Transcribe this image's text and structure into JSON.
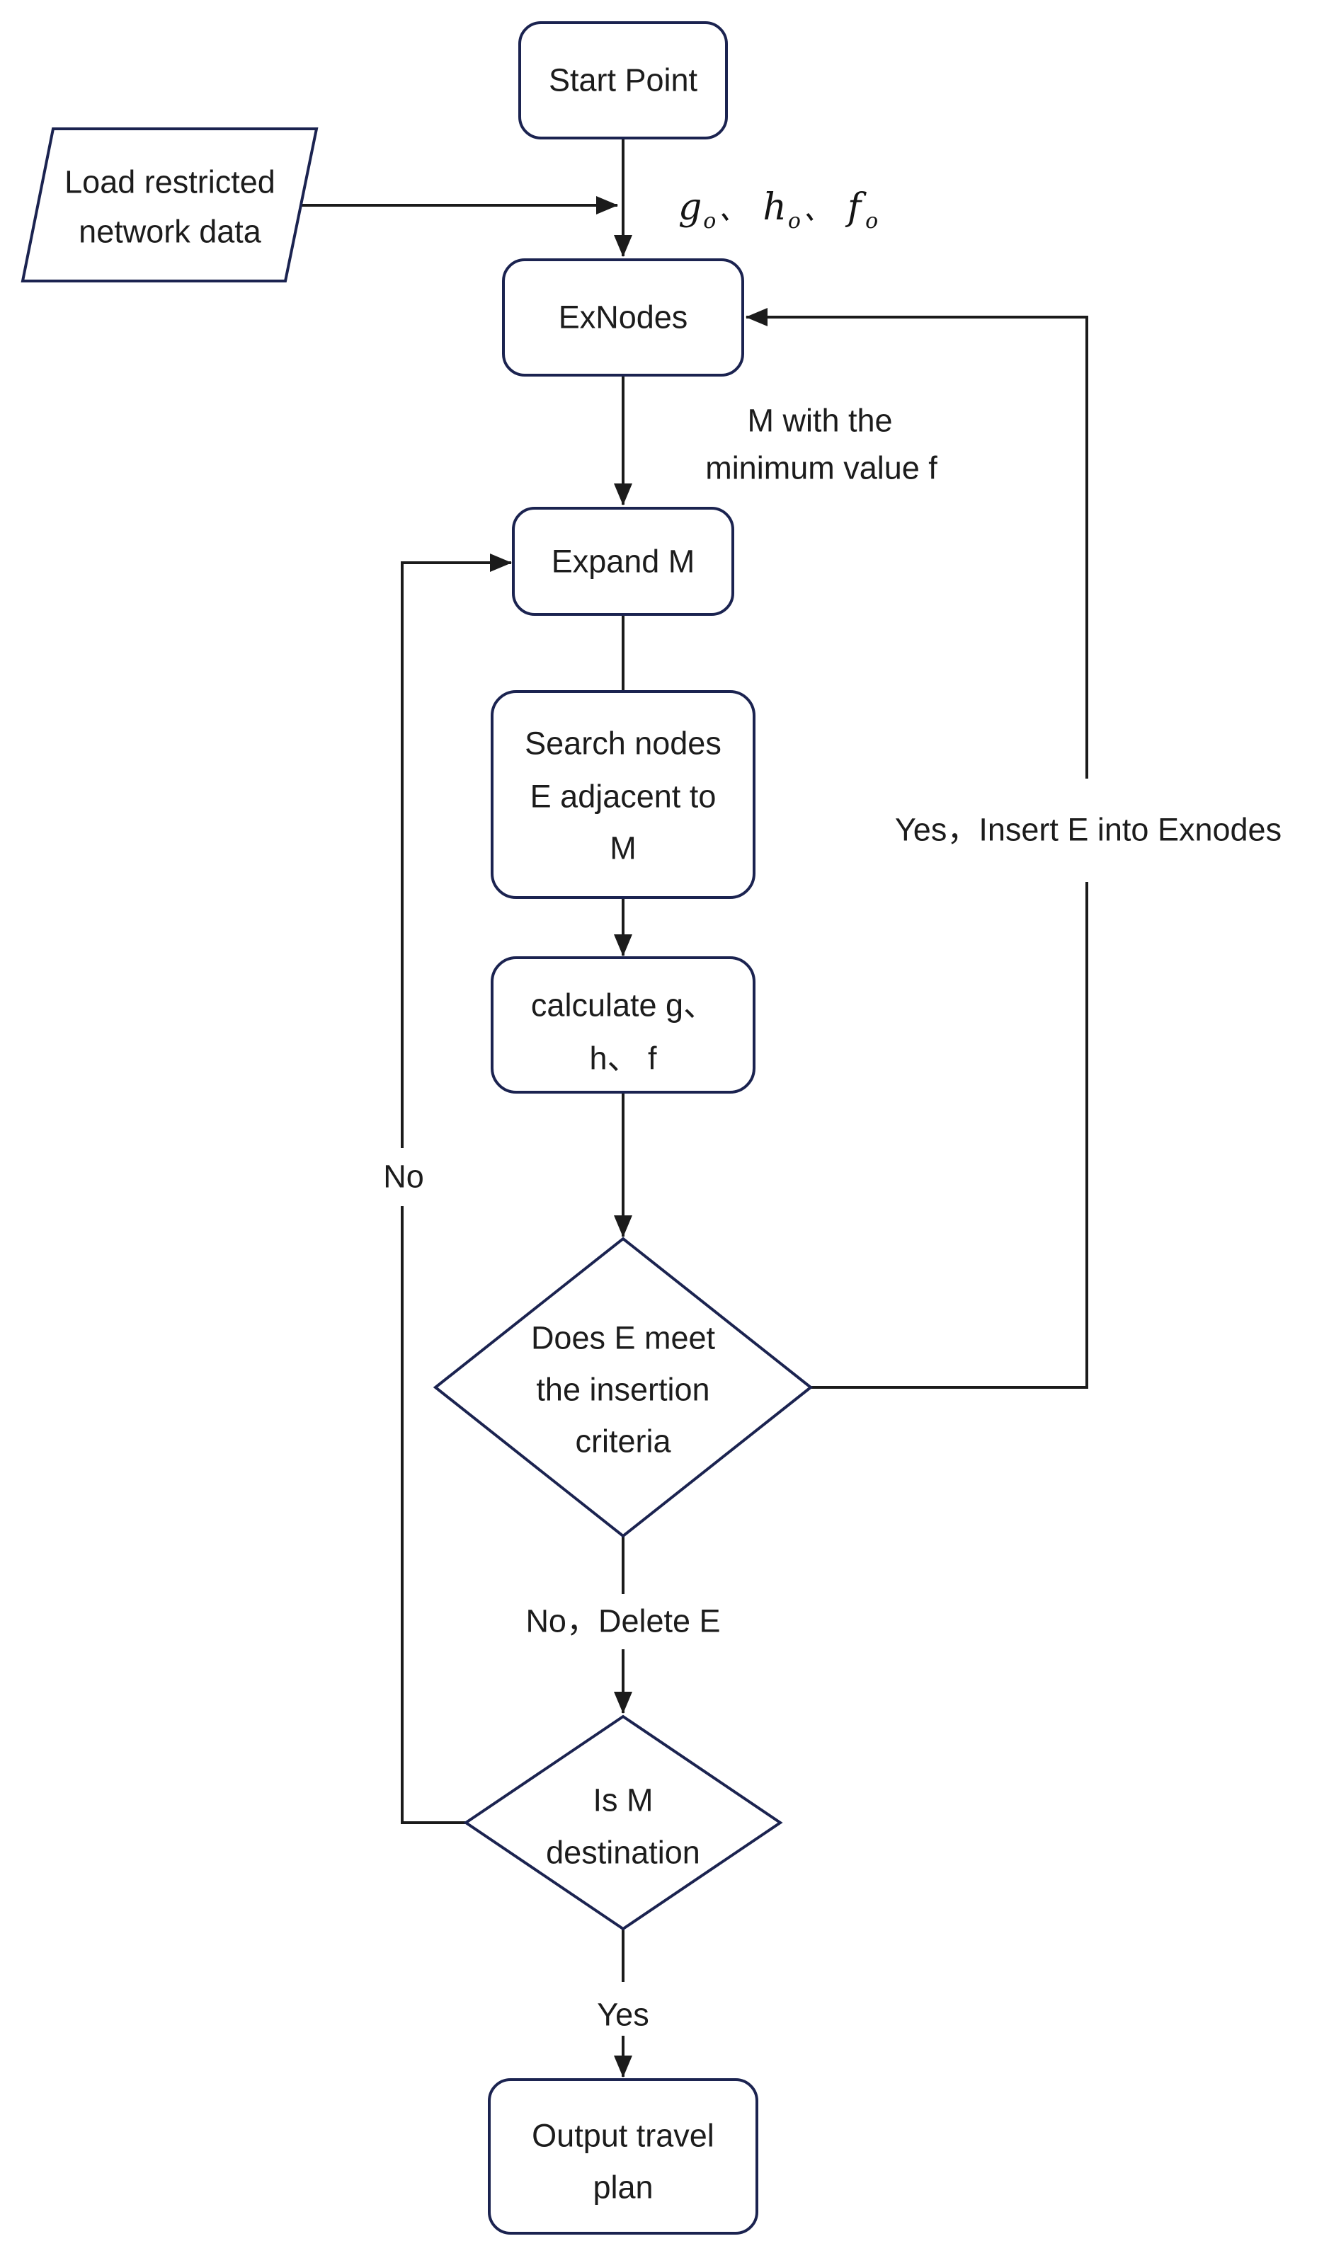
{
  "diagram": {
    "background": "#ffffff",
    "shape_border_color": "#1b2350",
    "connector_color": "#1b1b1b",
    "text_color": "#1c1c1c",
    "nodes": {
      "start": {
        "shape": "rounded-rectangle",
        "label": "Start Point"
      },
      "load_network": {
        "shape": "parallelogram",
        "lines": [
          "Load restricted",
          "network data"
        ]
      },
      "exnodes": {
        "shape": "rounded-rectangle",
        "label": "ExNodes"
      },
      "expand_m": {
        "shape": "rounded-rectangle",
        "label": "Expand M"
      },
      "search_adjacent": {
        "shape": "rounded-rectangle",
        "lines": [
          "Search nodes",
          "E adjacent to",
          "M"
        ]
      },
      "calculate_ghf": {
        "shape": "rounded-rectangle",
        "lines": [
          "calculate g、",
          "h、 f"
        ]
      },
      "insertion_check": {
        "shape": "diamond",
        "lines": [
          "Does E meet",
          "the insertion",
          "criteria"
        ]
      },
      "destination_check": {
        "shape": "diamond",
        "lines": [
          "Is M",
          "destination"
        ]
      },
      "output_plan": {
        "shape": "rounded-rectangle",
        "lines": [
          "Output travel",
          "plan"
        ]
      }
    },
    "labels": {
      "initial_values": {
        "parts": [
          "g",
          "o",
          "、",
          "h",
          "o",
          "、",
          "f",
          "o"
        ]
      },
      "min_f": {
        "lines": [
          "M with the",
          "minimum value f"
        ]
      },
      "yes_insert": "Yes，Insert E into Exnodes",
      "no_delete": "No，Delete E",
      "loop_no": "No",
      "final_yes": "Yes"
    }
  }
}
